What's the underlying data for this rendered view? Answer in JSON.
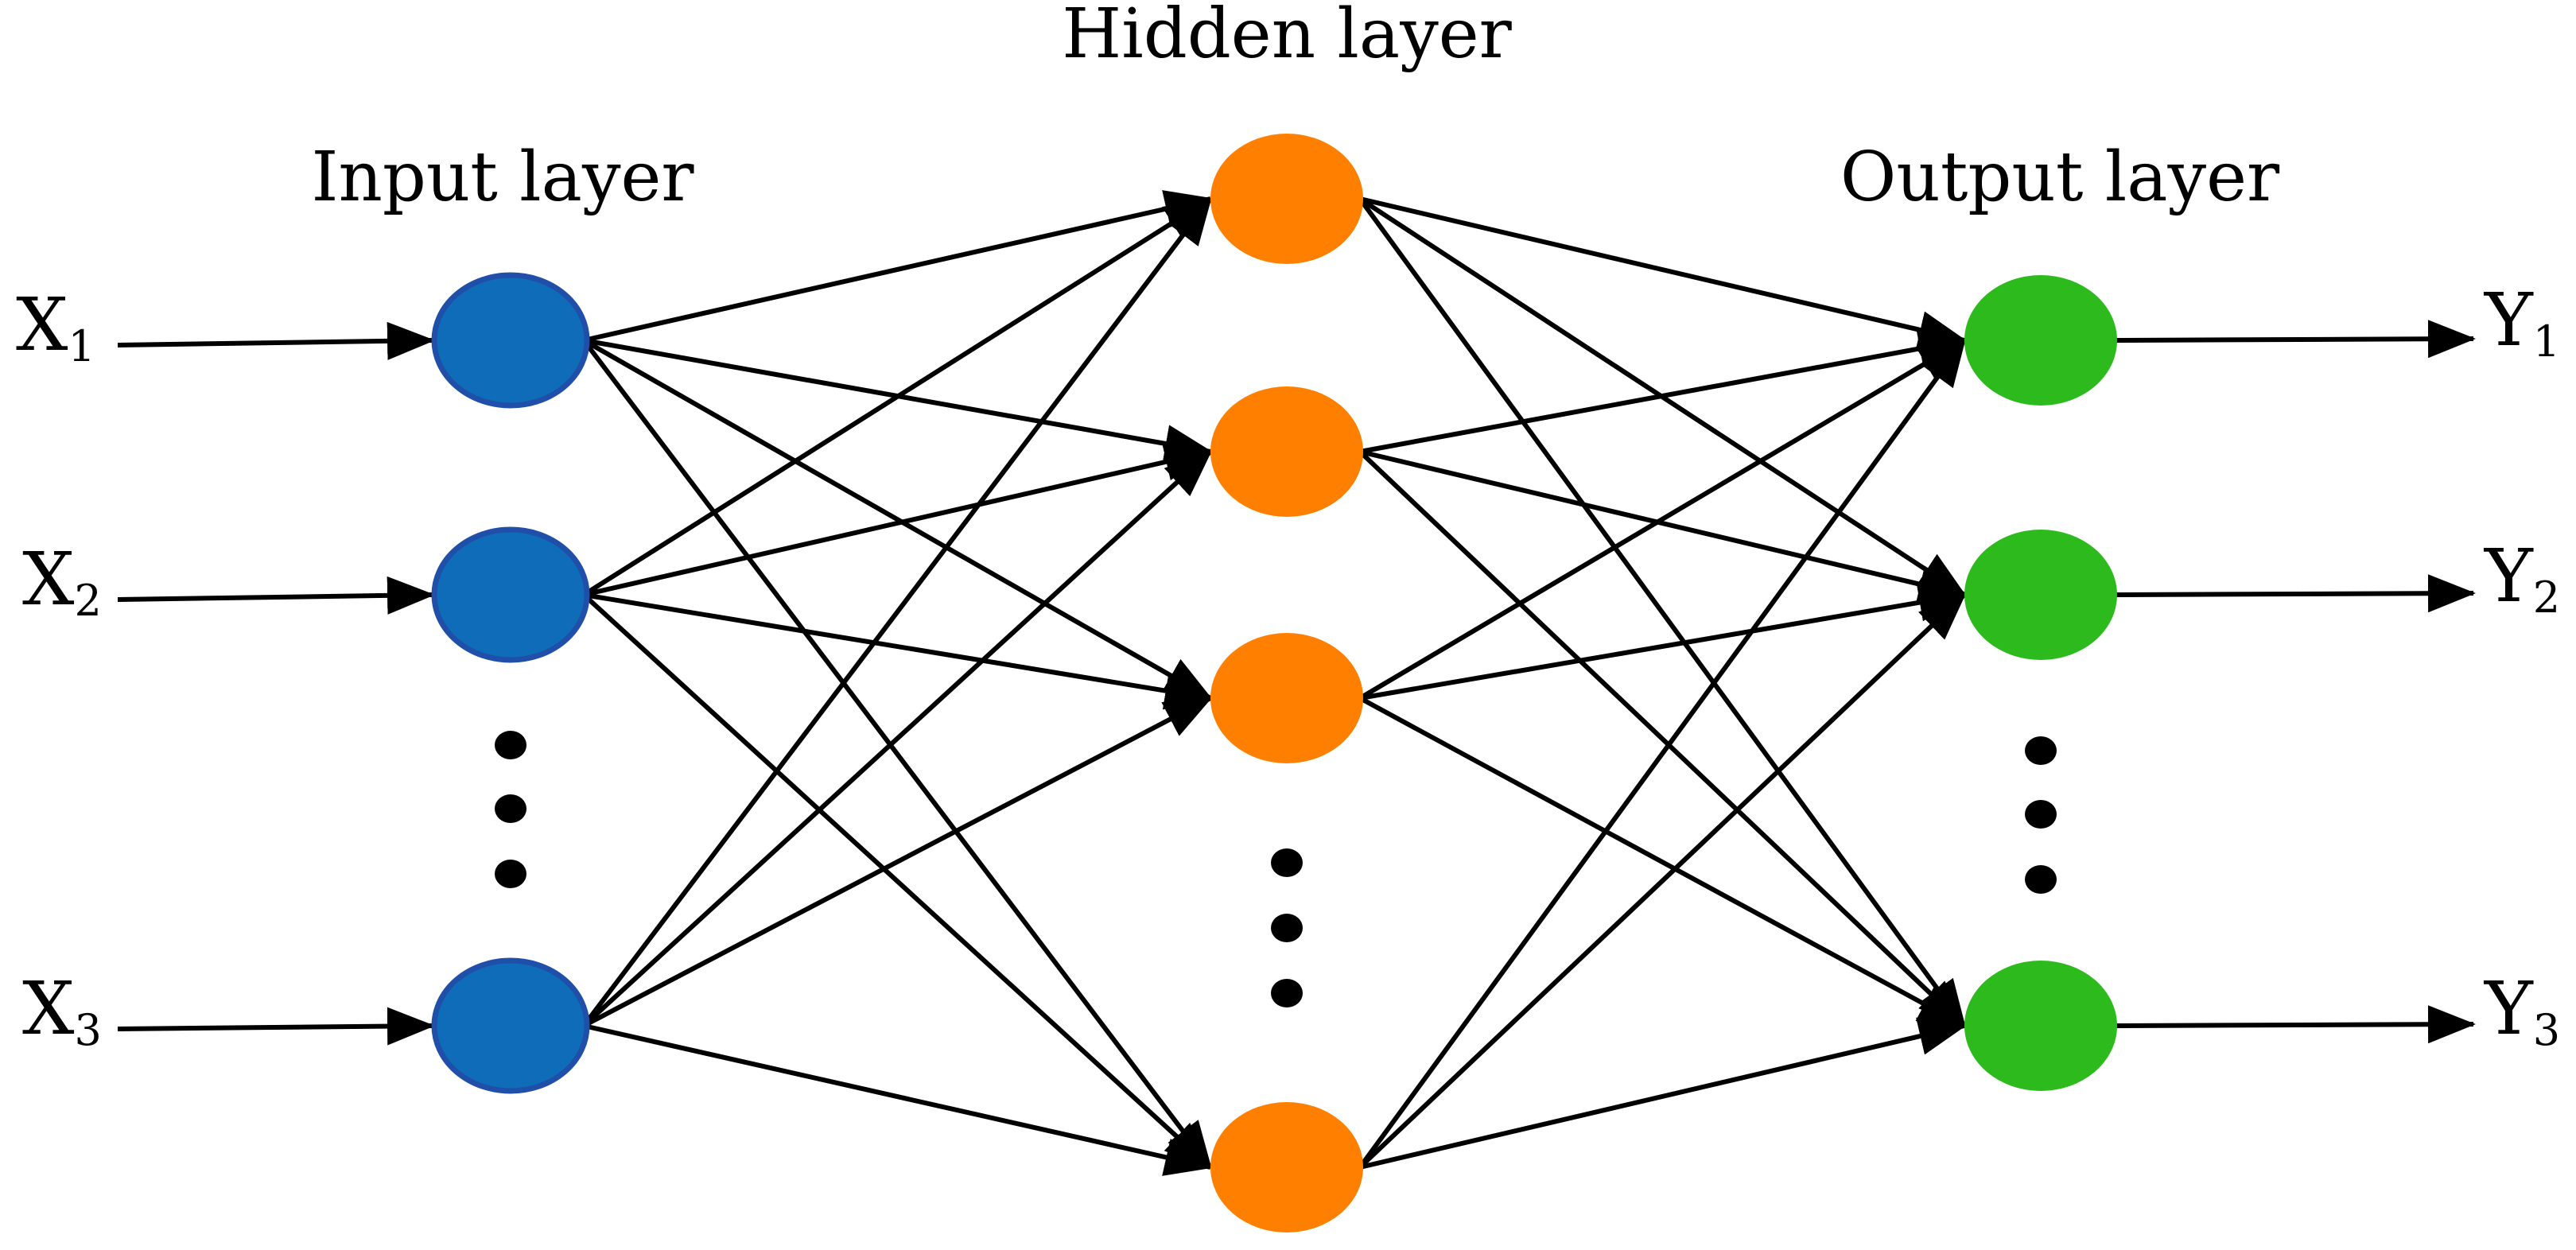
{
  "layers": {
    "input": {
      "title": "Input layer",
      "color": "#0f6cb8",
      "border_color": "#1f4fa8",
      "node_count_shown": 3,
      "ellipsis": true
    },
    "hidden": {
      "title": "Hidden layer",
      "color": "#ff8000",
      "node_count_shown": 4,
      "ellipsis": true
    },
    "output": {
      "title": "Output layer",
      "color": "#2dba1d",
      "node_count_shown": 3,
      "ellipsis": true
    }
  },
  "inputs": [
    {
      "letter": "X",
      "sub": "1"
    },
    {
      "letter": "X",
      "sub": "2"
    },
    {
      "letter": "X",
      "sub": "3"
    }
  ],
  "outputs": [
    {
      "letter": "Y",
      "sub": "1"
    },
    {
      "letter": "Y",
      "sub": "2"
    },
    {
      "letter": "Y",
      "sub": "3"
    }
  ],
  "edge_color": "#000000",
  "connectivity": "fully-connected"
}
